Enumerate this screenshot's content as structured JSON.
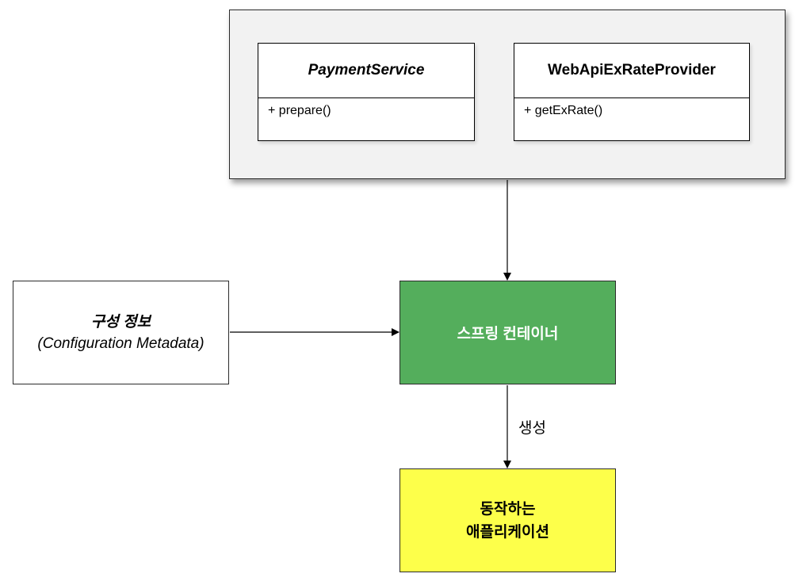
{
  "colors": {
    "panel_fill": "#f2f2f2",
    "container_fill": "#54ae5c",
    "application_fill": "#fdff4a",
    "line": "#000000"
  },
  "pojo_classes": [
    {
      "name": "PaymentService",
      "method": "+ prepare()"
    },
    {
      "name": "WebApiExRateProvider",
      "method": "+ getExRate()"
    }
  ],
  "config_metadata": {
    "title": "구성 정보",
    "subtitle": "(Configuration Metadata)"
  },
  "spring_container": {
    "label": "스프링 컨테이너"
  },
  "creation_label": "생성",
  "application": {
    "line1": "동작하는",
    "line2": "애플리케이션"
  }
}
